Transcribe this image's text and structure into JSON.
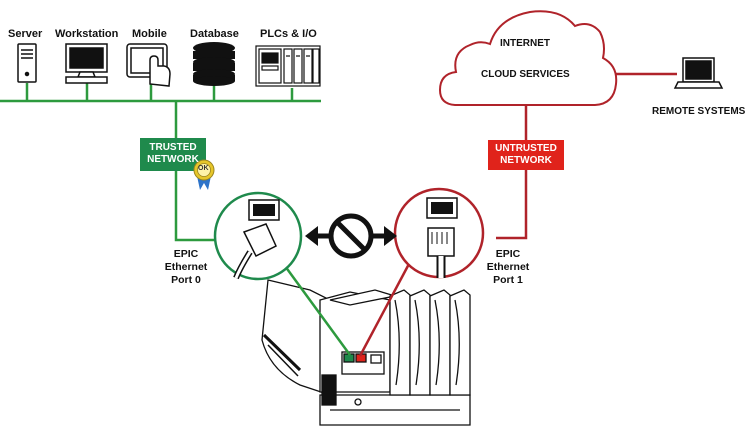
{
  "devices": {
    "server": "Server",
    "workstation": "Workstation",
    "mobile": "Mobile",
    "database": "Database",
    "plcs": "PLCs & I/O"
  },
  "cloud": {
    "line1": "INTERNET",
    "line2": "CLOUD SERVICES"
  },
  "remote": "REMOTE SYSTEMS",
  "trusted": {
    "line1": "TRUSTED",
    "line2": "NETWORK",
    "seal": "OK",
    "color": "#1f8a4c"
  },
  "untrusted": {
    "line1": "UNTRUSTED",
    "line2": "NETWORK",
    "color": "#e0231b"
  },
  "port0": {
    "line1": "EPIC",
    "line2": "Ethernet",
    "line3": "Port 0"
  },
  "port1": {
    "line1": "EPIC",
    "line2": "Ethernet",
    "line3": "Port 1"
  },
  "colors": {
    "green_line": "#2d9a3e",
    "red_line": "#b0232a"
  }
}
